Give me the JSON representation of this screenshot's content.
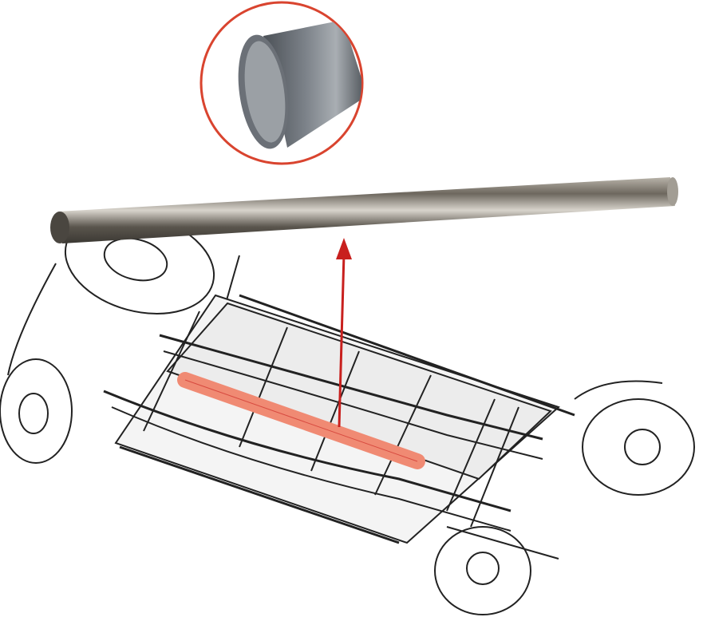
{
  "figure": {
    "colors": {
      "background": "#ffffff",
      "callout_ring": "#d9442f",
      "highlight_tube": "#f08a73",
      "arrow": "#c8201e",
      "tube_steel": "#7f7a70",
      "inset_tube": "#5f656b",
      "line_art": "#222222"
    },
    "icons": [
      "tube-detail-inset",
      "stainless-tube",
      "pointer-arrow",
      "chassis-line-drawing"
    ]
  }
}
